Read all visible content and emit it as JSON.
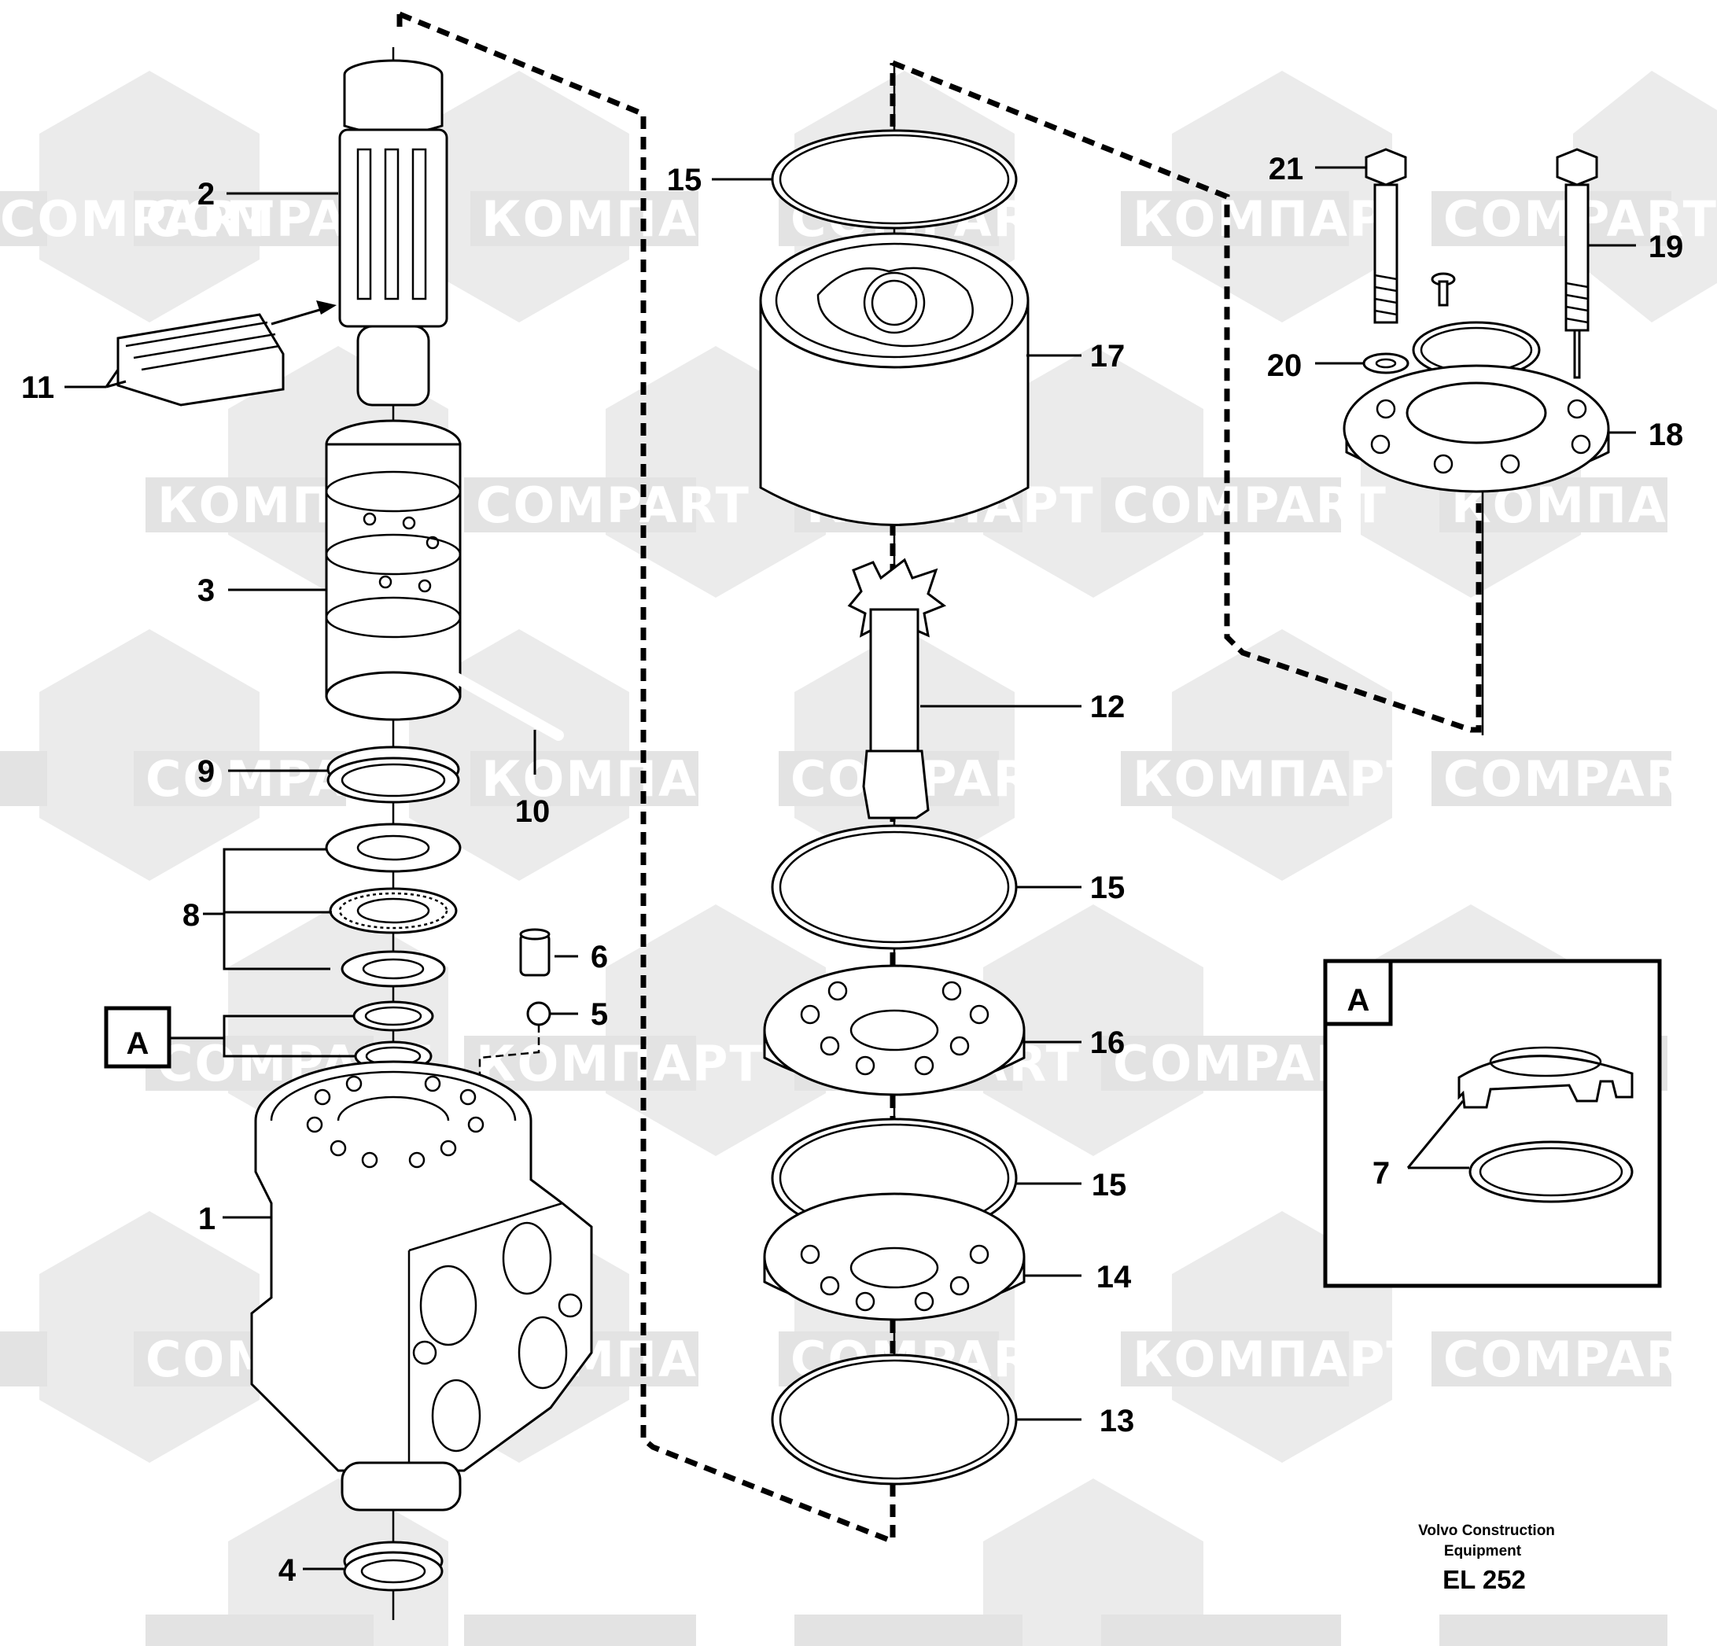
{
  "watermarks": [
    "COMPART",
    "КОМПАРТ"
  ],
  "callouts": {
    "c1": "1",
    "c2": "2",
    "c3": "3",
    "c4": "4",
    "c5": "5",
    "c6": "6",
    "c7": "7",
    "c8": "8",
    "c9": "9",
    "c10": "10",
    "c11": "11",
    "c12": "12",
    "c13": "13",
    "c14": "14",
    "c15a": "15",
    "c15b": "15",
    "c15c": "15",
    "c16": "16",
    "c17": "17",
    "c18": "18",
    "c19": "19",
    "c20": "20",
    "c21": "21"
  },
  "detail": {
    "marker": "A",
    "inset_label": "A"
  },
  "footer": {
    "line1": "Volvo Construction",
    "line2": "Equipment",
    "code": "EL 252"
  }
}
